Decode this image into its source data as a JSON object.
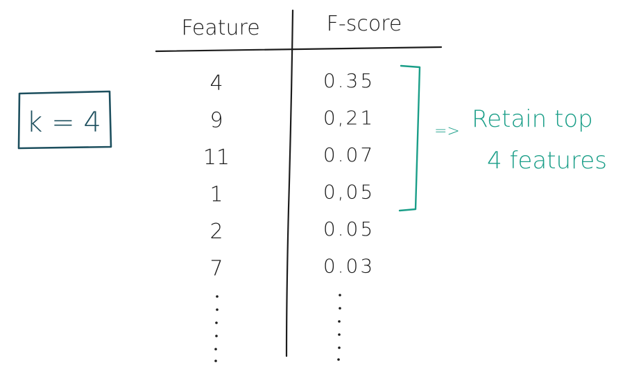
{
  "k_label": "k = 4",
  "table": {
    "headers": {
      "feature": "Feature",
      "score": "F-score"
    },
    "rows": [
      {
        "feature": "4",
        "score": "0.35"
      },
      {
        "feature": "9",
        "score": "0,21"
      },
      {
        "feature": "11",
        "score": "0.07"
      },
      {
        "feature": "1",
        "score": "0,05"
      },
      {
        "feature": "2",
        "score": "0.05"
      },
      {
        "feature": "7",
        "score": "0.03"
      }
    ]
  },
  "annotation": {
    "arrow": "=>",
    "line1": "Retain top",
    "line2": "4 features"
  },
  "colors": {
    "ink": "#1c1c1c",
    "box": "#1d4f5e",
    "accent": "#1a9e88"
  }
}
